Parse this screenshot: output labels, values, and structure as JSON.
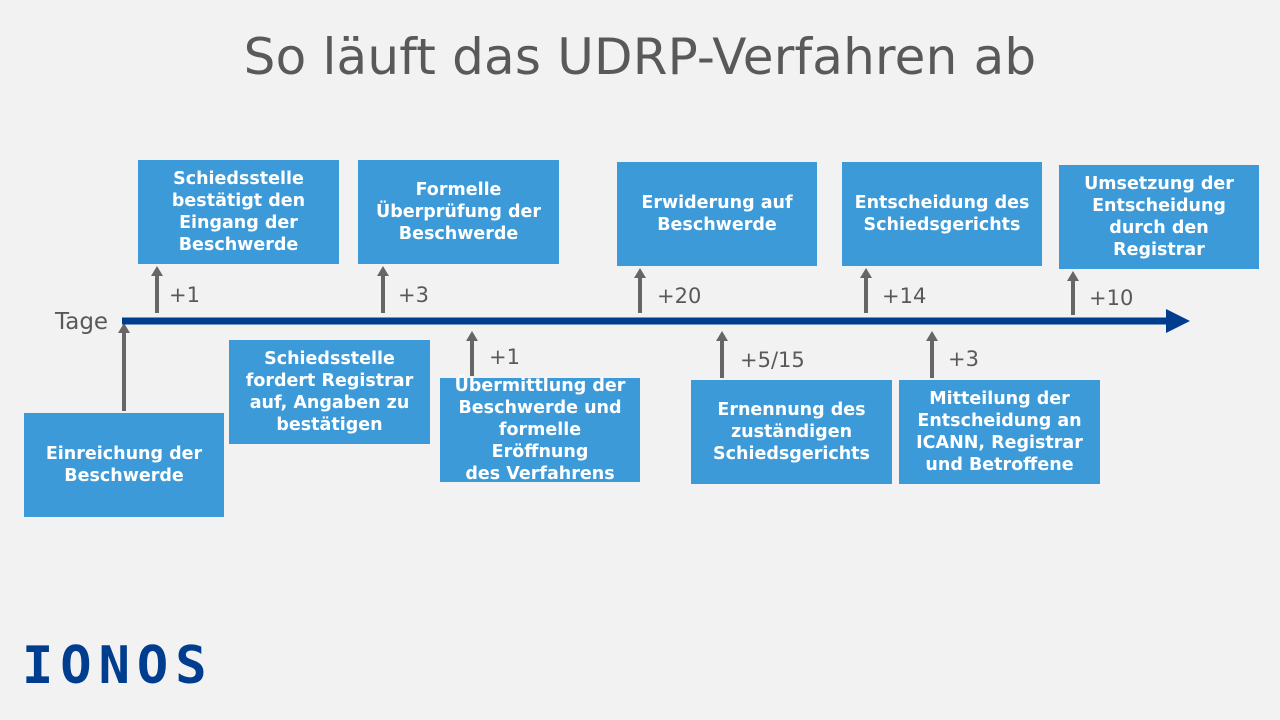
{
  "title": "So läuft das UDRP-Verfahren ab",
  "axis_label": "Tage",
  "logo_text": "IONOS",
  "colors": {
    "box": "#3d9ad9",
    "axis": "#003d8f",
    "arrow": "#666666",
    "text": "#595959"
  },
  "steps": [
    {
      "id": "s0",
      "label": "Einreichung der\nBeschwerde",
      "day": ""
    },
    {
      "id": "s1",
      "label": "Schiedsstelle\nbestätigt den\nEingang der\nBeschwerde",
      "day": "+1"
    },
    {
      "id": "s2",
      "label": "Schiedsstelle\nfordert Registrar\nauf, Angaben zu\nbestätigen",
      "day": ""
    },
    {
      "id": "s3",
      "label": "Formelle\nÜberprüfung der\nBeschwerde",
      "day": "+3"
    },
    {
      "id": "s4",
      "label": "Übermittlung der\nBeschwerde und\nformelle Eröffnung\ndes Verfahrens",
      "day": "+1"
    },
    {
      "id": "s5",
      "label": "Erwiderung auf\nBeschwerde",
      "day": "+20"
    },
    {
      "id": "s6",
      "label": "Ernennung des\nzuständigen\nSchiedsgerichts",
      "day": "+5/15"
    },
    {
      "id": "s7",
      "label": "Entscheidung des\nSchiedsgerichts",
      "day": "+14"
    },
    {
      "id": "s8",
      "label": "Mitteilung der\nEntscheidung an\nICANN, Registrar\nund Betroffene",
      "day": "+3"
    },
    {
      "id": "s9",
      "label": "Umsetzung der\nEntscheidung\ndurch den\nRegistrar",
      "day": "+10"
    }
  ]
}
